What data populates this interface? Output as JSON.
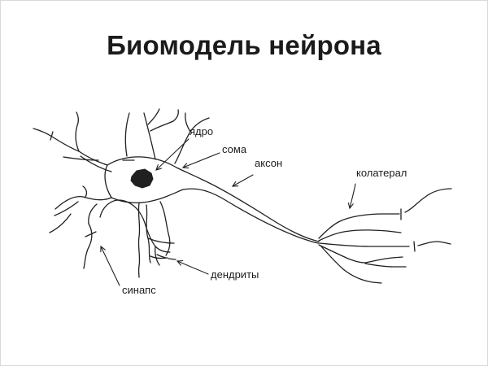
{
  "slide": {
    "title": "Биомодель нейрона",
    "background_color": "#ffffff",
    "ink_color": "#202020",
    "border_color": "#d9d9d9"
  },
  "diagram": {
    "type": "hand-drawn labeled diagram",
    "subject": "neuron biomodel",
    "labels": {
      "nucleus": "ядро",
      "soma": "сома",
      "axon": "аксон",
      "collateral": "колатерал",
      "dendrites": "дендриты",
      "synapse": "синапс"
    }
  }
}
